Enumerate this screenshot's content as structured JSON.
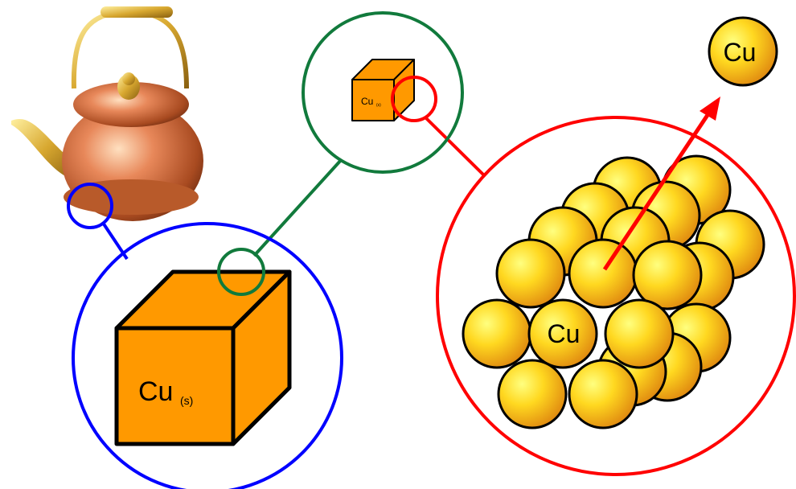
{
  "labels": {
    "small_cube_main": "Cu",
    "small_cube_sub": "(s)",
    "big_cube_main": "Cu",
    "big_cube_sub": "(s)",
    "atom_in_lattice": "Cu",
    "free_atom": "Cu"
  },
  "colors": {
    "blue_circle": "#0000ff",
    "green_circle": "#117a3c",
    "red_circle": "#ff0000",
    "cube": "#ff9900",
    "atom": "#ffd21a"
  }
}
